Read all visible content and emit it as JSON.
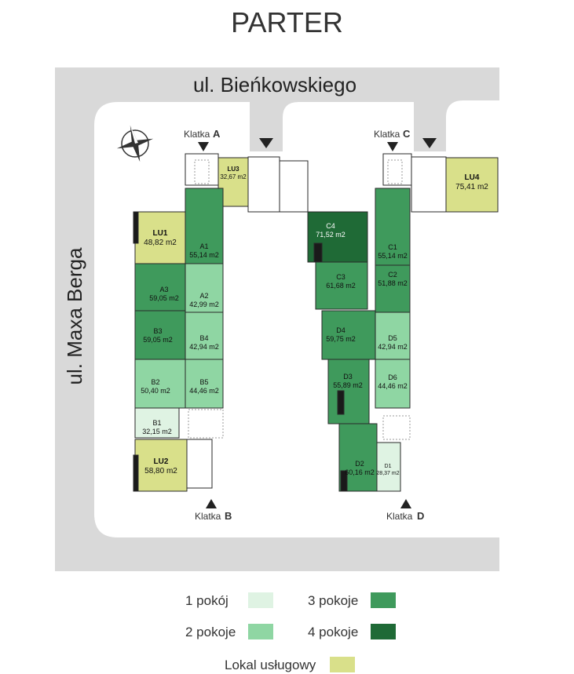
{
  "title": "PARTER",
  "streets": {
    "top": "ul. Bieńkowskiego",
    "left": "ul. Maxa Berga"
  },
  "entrances": [
    {
      "label": "Klatka",
      "letter": "A"
    },
    {
      "label": "Klatka",
      "letter": "B"
    },
    {
      "label": "Klatka",
      "letter": "C"
    },
    {
      "label": "Klatka",
      "letter": "D"
    }
  ],
  "units": [
    {
      "name": "LU1",
      "area": "48,82 m2",
      "kind": "lokal"
    },
    {
      "name": "LU2",
      "area": "58,80 m2",
      "kind": "lokal"
    },
    {
      "name": "LU3",
      "area": "32,67 m2",
      "kind": "lokal"
    },
    {
      "name": "LU4",
      "area": "75,41 m2",
      "kind": "lokal"
    },
    {
      "name": "A1",
      "area": "55,14 m2",
      "kind": "3"
    },
    {
      "name": "A2",
      "area": "42,99 m2",
      "kind": "2"
    },
    {
      "name": "A3",
      "area": "59,05 m2",
      "kind": "3"
    },
    {
      "name": "B3",
      "area": "59,05 m2",
      "kind": "3"
    },
    {
      "name": "B4",
      "area": "42,94 m2",
      "kind": "2"
    },
    {
      "name": "B2",
      "area": "50,40 m2",
      "kind": "2"
    },
    {
      "name": "B5",
      "area": "44,46 m2",
      "kind": "2"
    },
    {
      "name": "B1",
      "area": "32,15 m2",
      "kind": "1"
    },
    {
      "name": "C4",
      "area": "71,52 m2",
      "kind": "4"
    },
    {
      "name": "C1",
      "area": "55,14 m2",
      "kind": "3"
    },
    {
      "name": "C3",
      "area": "61,68 m2",
      "kind": "3"
    },
    {
      "name": "C2",
      "area": "51,88 m2",
      "kind": "3"
    },
    {
      "name": "D4",
      "area": "59,75 m2",
      "kind": "3"
    },
    {
      "name": "D5",
      "area": "42,94 m2",
      "kind": "2"
    },
    {
      "name": "D3",
      "area": "55,89 m2",
      "kind": "3"
    },
    {
      "name": "D6",
      "area": "44,46 m2",
      "kind": "2"
    },
    {
      "name": "D2",
      "area": "60,16 m2",
      "kind": "3"
    },
    {
      "name": "D1",
      "area": "28,37 m2",
      "kind": "1"
    }
  ],
  "legend": [
    {
      "label": "1 pokój",
      "color": "#dff3e3"
    },
    {
      "label": "2 pokoje",
      "color": "#8fd6a3"
    },
    {
      "label": "3 pokoje",
      "color": "#3f9a5c"
    },
    {
      "label": "4 pokoje",
      "color": "#1f6a36"
    },
    {
      "label": "Lokal usługowy",
      "color": "#d9e08a"
    }
  ],
  "colors": {
    "road": "#d9d9d9",
    "lokal": "#d9e08a",
    "room1": "#dff3e3",
    "room2": "#8fd6a3",
    "room3": "#3f9a5c",
    "room4": "#1f6a36",
    "wall": "#1a1a1a"
  },
  "icons": {
    "compass": "compass-rose-icon",
    "entrance": "triangle-down-icon"
  }
}
